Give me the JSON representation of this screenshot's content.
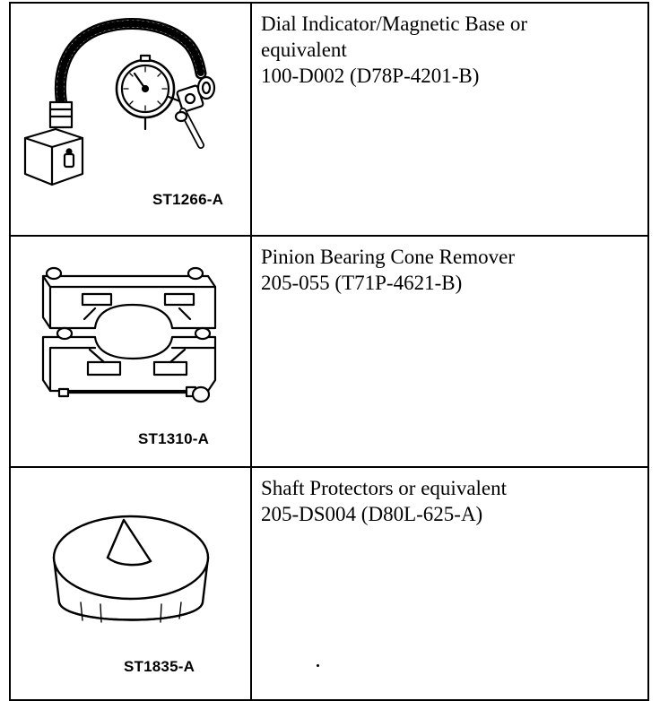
{
  "tools": [
    {
      "illustration_icon": "dial-indicator-magnetic-base",
      "code": "ST1266-A",
      "lines": [
        "Dial Indicator/Magnetic Base or",
        "equivalent",
        "100-D002 (D78P-4201-B)"
      ]
    },
    {
      "illustration_icon": "pinion-bearing-cone-remover",
      "code": "ST1310-A",
      "lines": [
        "Pinion Bearing Cone Remover",
        "205-055 (T71P-4621-B)"
      ]
    },
    {
      "illustration_icon": "shaft-protector",
      "code": "ST1835-A",
      "lines": [
        "Shaft Protectors or equivalent",
        "205-DS004 (D80L-625-A)"
      ]
    }
  ]
}
